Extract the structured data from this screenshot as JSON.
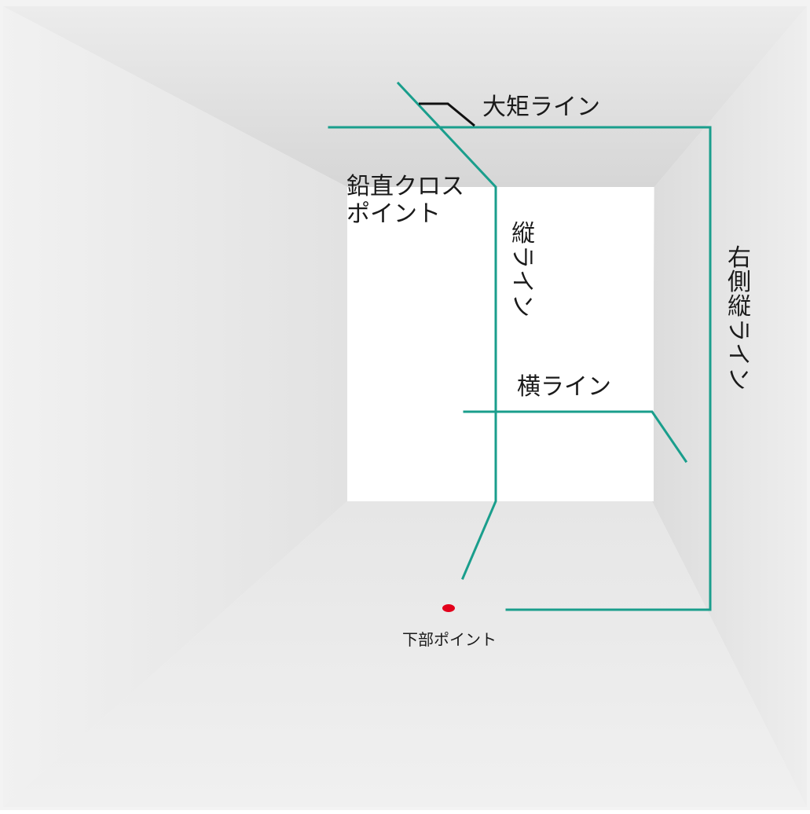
{
  "diagram": {
    "colors": {
      "laser_line": "#1a9e8c",
      "leader": "#111111",
      "point": "#e3001b",
      "ceiling": "#dedede",
      "left_wall": "#e9e9e9",
      "right_wall": "#e4e4e4",
      "floor": "#ececec",
      "back_wall": "#ffffff",
      "outer_frame": "#f3f3f3"
    },
    "labels": {
      "ceiling_line": "大矩ライン",
      "vertical_cross_line1": "鉛直クロス",
      "vertical_cross_line2": "ポイント",
      "vertical_line_chars": [
        "縦",
        "ラ",
        "イ",
        "ン"
      ],
      "horizontal_line": "横ライン",
      "right_vertical_line_chars": [
        "右",
        "側",
        "縦",
        "ラ",
        "イ",
        "ン"
      ],
      "bottom_point": "下部ポイント"
    }
  }
}
